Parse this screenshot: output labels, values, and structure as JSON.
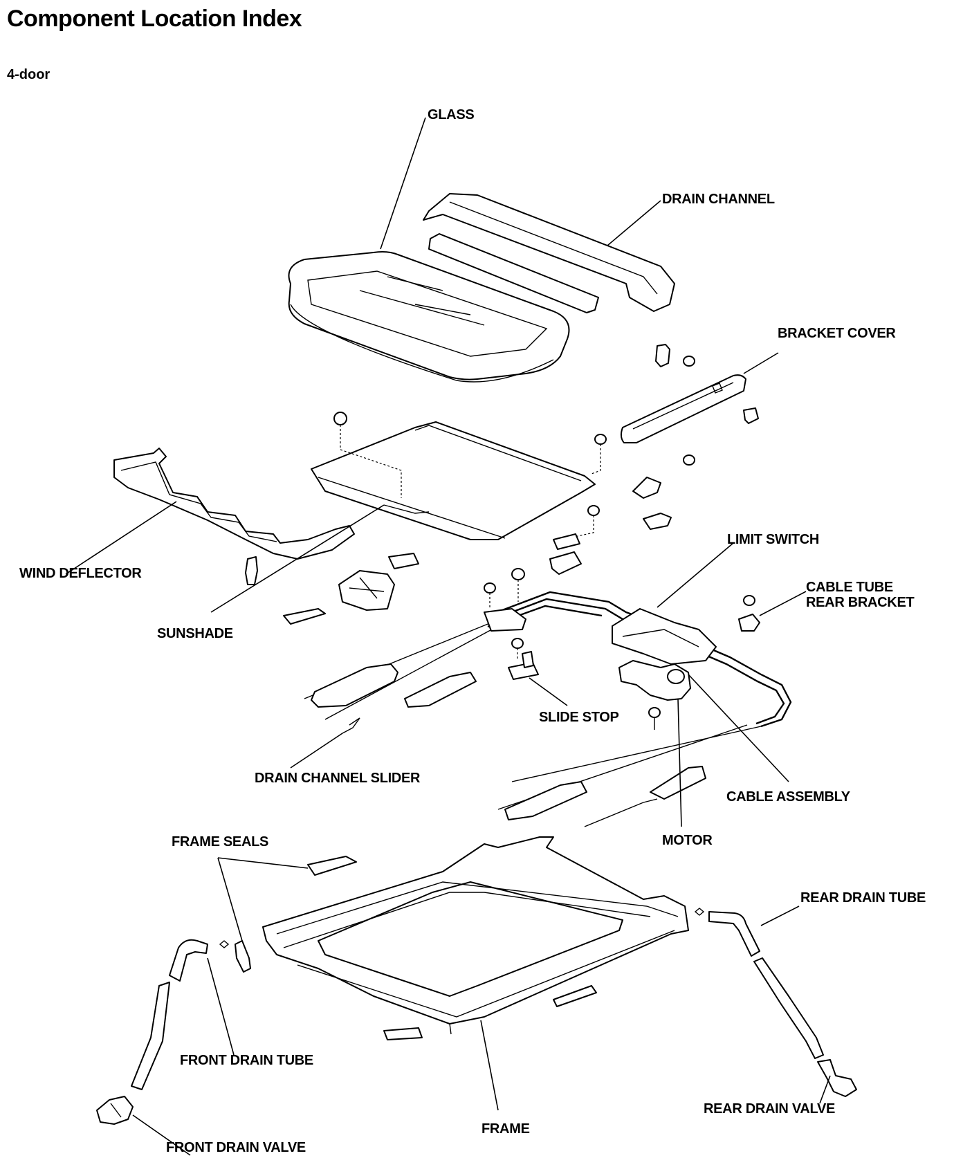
{
  "header": {
    "title": "Component Location Index",
    "subtitle": "4-door"
  },
  "labels": {
    "glass": "GLASS",
    "drain_channel": "DRAIN CHANNEL",
    "bracket_cover": "BRACKET COVER",
    "wind_deflector": "WIND DEFLECTOR",
    "sunshade": "SUNSHADE",
    "limit_switch": "LIMIT SWITCH",
    "cable_tube_rear_bracket_1": "CABLE TUBE",
    "cable_tube_rear_bracket_2": "REAR BRACKET",
    "slide_stop": "SLIDE STOP",
    "drain_channel_slider": "DRAIN CHANNEL SLIDER",
    "cable_assembly": "CABLE ASSEMBLY",
    "motor": "MOTOR",
    "frame_seals": "FRAME SEALS",
    "rear_drain_tube": "REAR DRAIN TUBE",
    "front_drain_tube": "FRONT DRAIN TUBE",
    "rear_drain_valve": "REAR DRAIN VALVE",
    "frame": "FRAME",
    "front_drain_valve": "FRONT DRAIN VALVE"
  }
}
